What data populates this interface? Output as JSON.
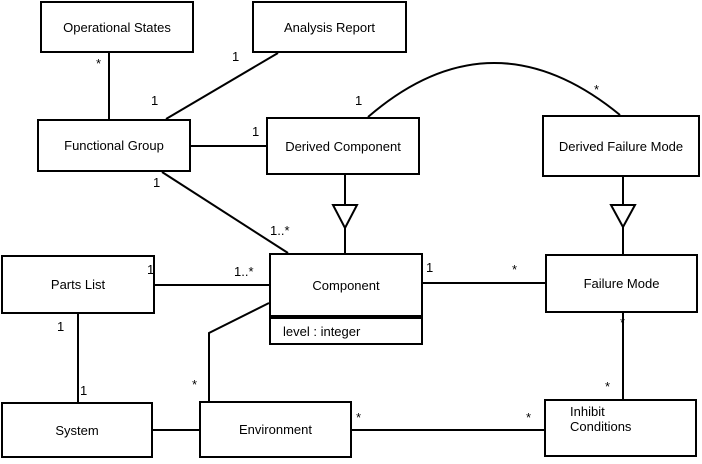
{
  "diagram_type": "uml-class-diagram",
  "colors": {
    "background": "#ffffff",
    "line": "#000000",
    "box_fill": "#ffffff",
    "text": "#000000"
  },
  "classes": {
    "operational_states": {
      "name": "Operational States"
    },
    "analysis_report": {
      "name": "Analysis Report"
    },
    "functional_group": {
      "name": "Functional Group"
    },
    "derived_component": {
      "name": "Derived Component"
    },
    "derived_failure_mode": {
      "name": "Derived Failure Mode"
    },
    "component": {
      "name": "Component",
      "attribute": "level : integer"
    },
    "failure_mode": {
      "name": "Failure Mode"
    },
    "parts_list": {
      "name": "Parts List"
    },
    "system": {
      "name": "System"
    },
    "environment": {
      "name": "Environment"
    },
    "inhibit_conditions": {
      "name": "Inhibit Conditions"
    }
  },
  "associations": [
    {
      "from": "Operational States",
      "to": "Functional Group",
      "from_label": "*",
      "to_label": ""
    },
    {
      "from": "Analysis Report",
      "to": "Functional Group",
      "from_label": "1",
      "to_label": "1"
    },
    {
      "from": "Functional Group",
      "to": "Derived Component",
      "from_label": "",
      "to_label": "1"
    },
    {
      "from": "Functional Group",
      "to": "Component",
      "from_label": "1",
      "to_label": "1..*"
    },
    {
      "from": "Derived Component",
      "to": "Derived Failure Mode",
      "from_label": "1",
      "to_label": "*"
    },
    {
      "from": "Component",
      "to": "Failure Mode",
      "from_label": "1",
      "to_label": "*"
    },
    {
      "from": "Parts List",
      "to": "Component",
      "from_label": "1",
      "to_label": "1..*"
    },
    {
      "from": "Parts List",
      "to": "System",
      "from_label": "1",
      "to_label": "1"
    },
    {
      "from": "System",
      "to": "Environment",
      "from_label": "",
      "to_label": ""
    },
    {
      "from": "Environment",
      "to": "Component",
      "from_label": "*",
      "to_label": ""
    },
    {
      "from": "Environment",
      "to": "Inhibit Conditions",
      "from_label": "*",
      "to_label": "*"
    },
    {
      "from": "Failure Mode",
      "to": "Inhibit Conditions",
      "from_label": "*",
      "to_label": "*"
    }
  ],
  "generalizations": [
    {
      "child": "Derived Component",
      "parent": "Component"
    },
    {
      "child": "Derived Failure Mode",
      "parent": "Failure Mode"
    }
  ]
}
